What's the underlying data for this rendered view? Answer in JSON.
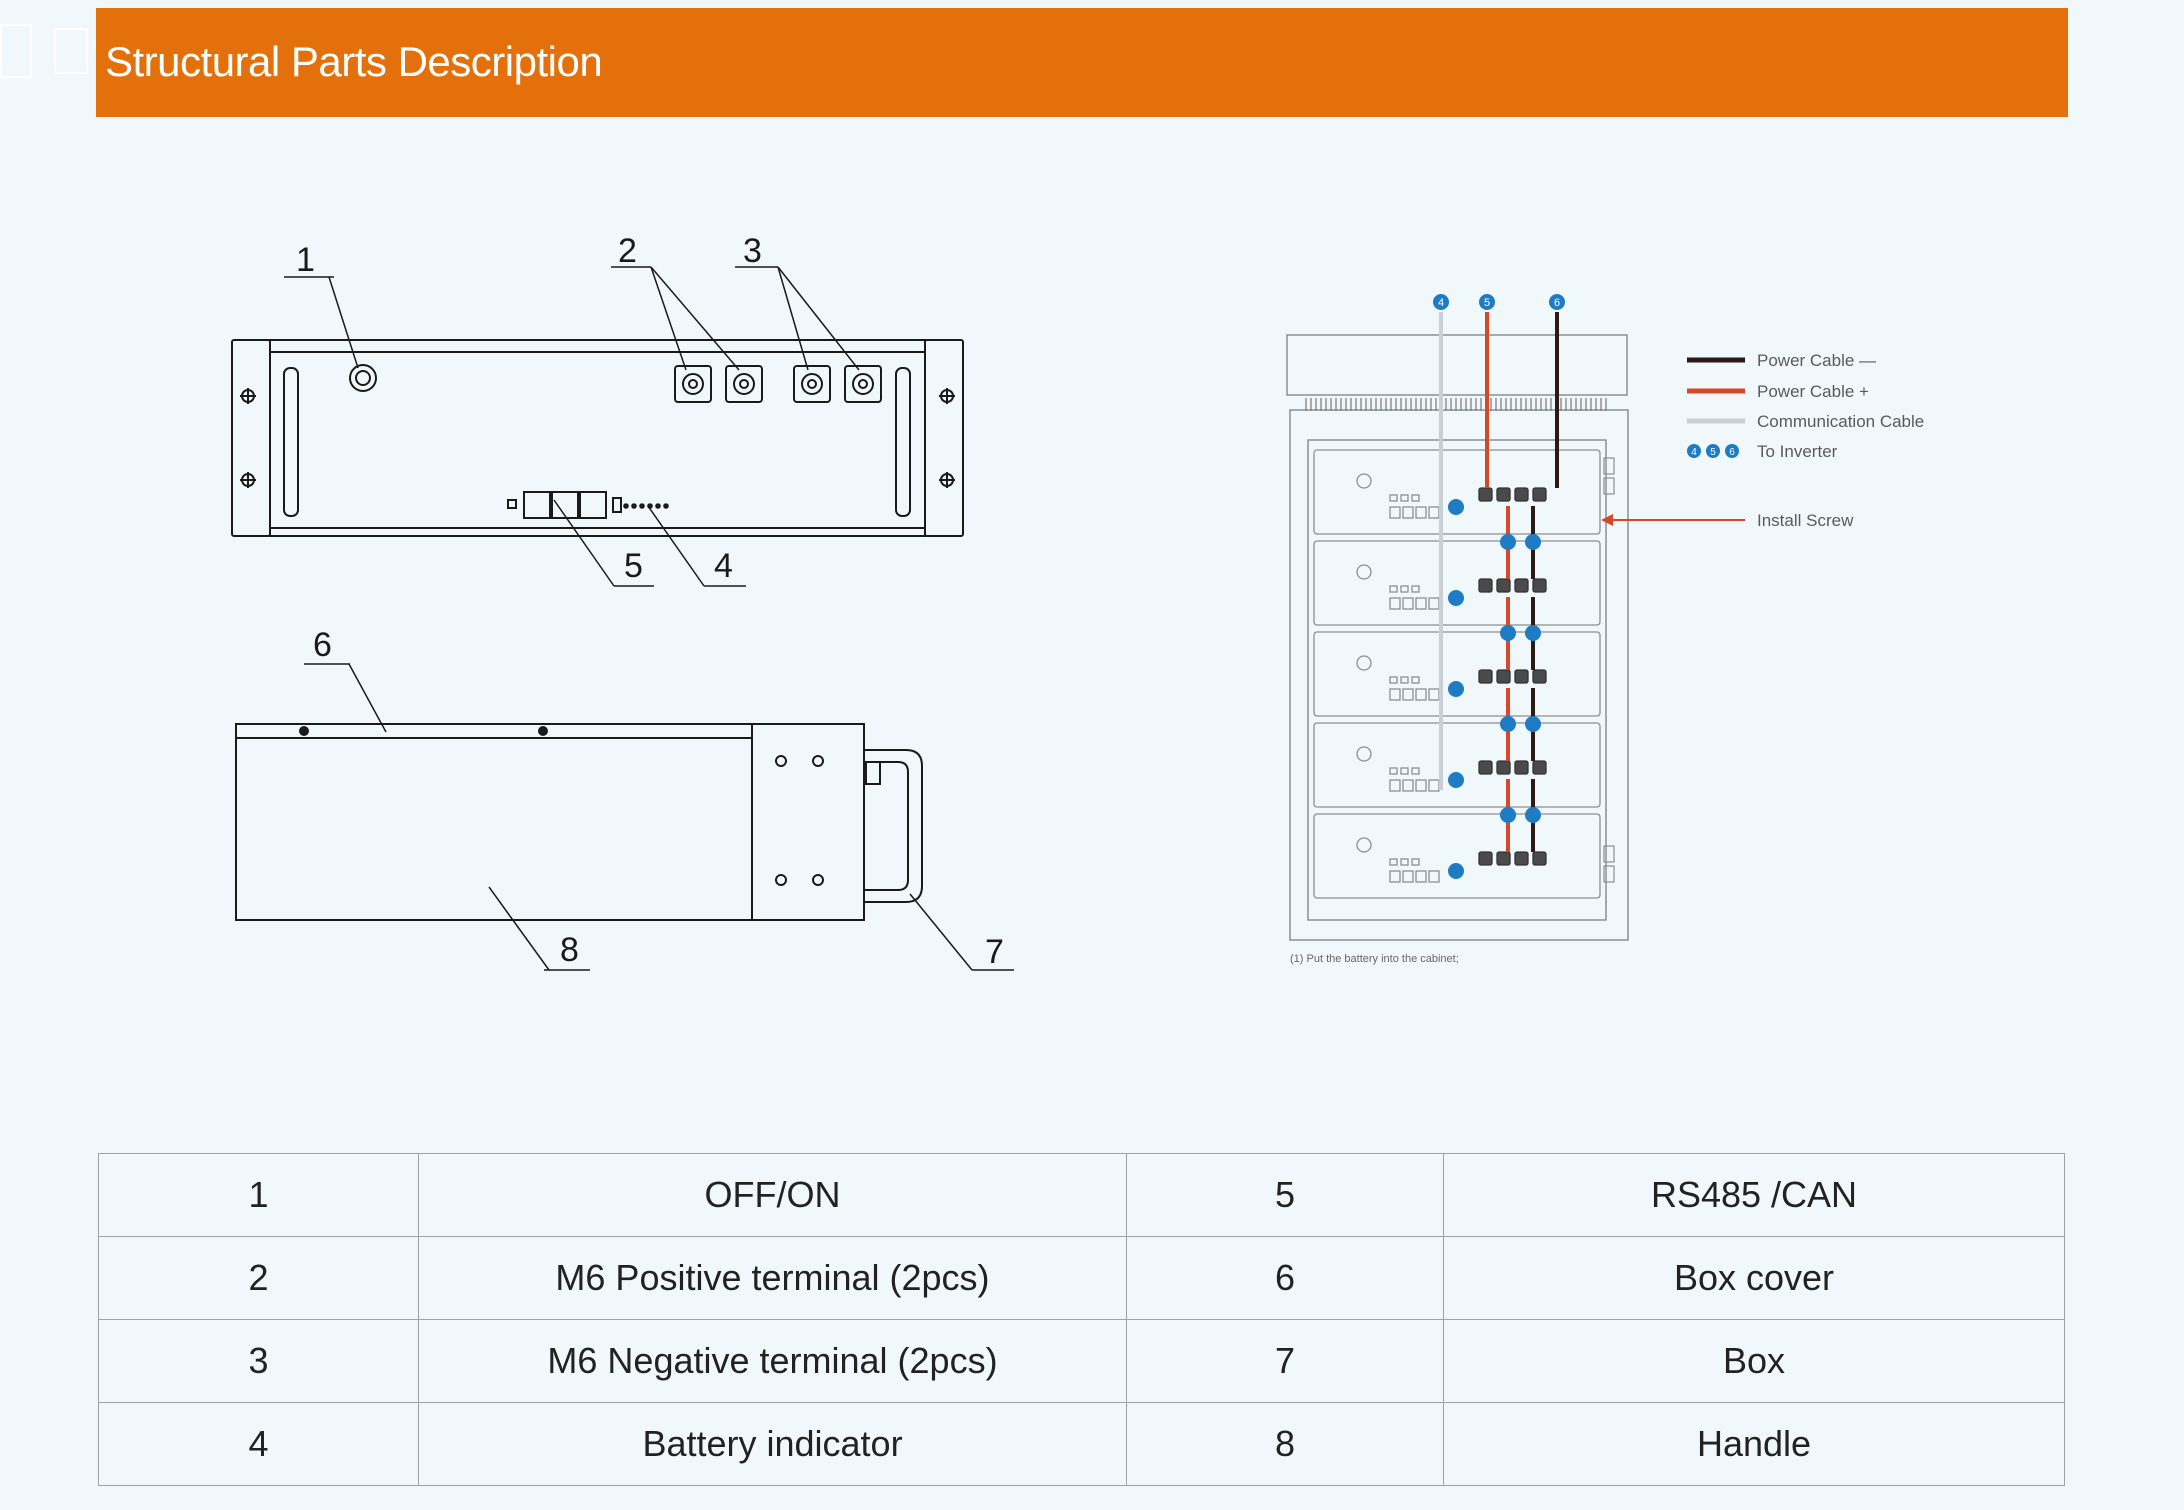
{
  "header": {
    "title": "Structural Parts Description",
    "color": "#e4700c"
  },
  "front_view": {
    "callouts": [
      "1",
      "2",
      "3",
      "4",
      "5"
    ]
  },
  "side_view": {
    "callouts": [
      "6",
      "7",
      "8"
    ]
  },
  "cabinet_diagram": {
    "legend": [
      {
        "label": "Power Cable —",
        "color": "#2b1a16"
      },
      {
        "label": "Power Cable +",
        "color": "#d9472b"
      },
      {
        "label": "Communication Cable",
        "color": "#c9cfd3"
      },
      {
        "label": "To Inverter",
        "icon": "inverter-markers-icon",
        "color": "#1f7cc4",
        "markers": [
          "4",
          "5",
          "6"
        ]
      }
    ],
    "install_screw_label": "Install Screw",
    "caption": "(1) Put the battery into the cabinet;",
    "top_markers": [
      "4",
      "5",
      "6"
    ],
    "module_count": 5,
    "cable_colors": {
      "negative": "#2b1a16",
      "positive": "#d9472b",
      "comm": "#c9cfd3",
      "marker": "#1f7cc4"
    }
  },
  "parts_table": {
    "rows": [
      {
        "no_left": "1",
        "desc_left": "OFF/ON",
        "no_right": "5",
        "desc_right": "RS485 /CAN"
      },
      {
        "no_left": "2",
        "desc_left": "M6 Positive terminal (2pcs)",
        "no_right": "6",
        "desc_right": "Box cover"
      },
      {
        "no_left": "3",
        "desc_left": "M6 Negative terminal (2pcs)",
        "no_right": "7",
        "desc_right": "Box"
      },
      {
        "no_left": "4",
        "desc_left": "Battery indicator",
        "no_right": "8",
        "desc_right": "Handle"
      }
    ]
  }
}
